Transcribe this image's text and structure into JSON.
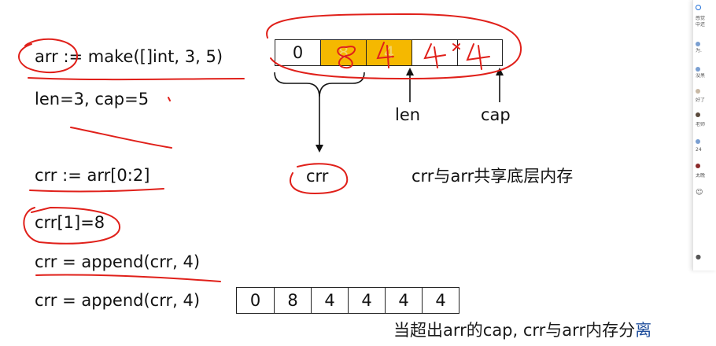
{
  "code_lines": [
    "arr := make([]int, 3, 5)",
    "len=3, cap=5",
    "crr := arr[0:2]",
    "crr[1]=8",
    "crr = append(crr, 4)",
    "crr = append(crr, 4)"
  ],
  "arr_cells": [
    "0",
    "8",
    "4",
    "",
    ""
  ],
  "crr_cells": [
    "0",
    "8",
    "4",
    "4",
    "4",
    "4"
  ],
  "labels": {
    "len": "len",
    "cap": "cap",
    "crr": "crr",
    "shared_note": "crr与arr共享底层内存",
    "bottom_note": "当超出arr的cap, crr与arr内存分离"
  },
  "side_panel": {
    "rows": [
      "感觉",
      "中还",
      "为.",
      "没黑",
      "好了",
      "老师",
      "24",
      "太晚"
    ]
  },
  "colors": {
    "highlight": "#f5b800",
    "ink": "#e0201a",
    "accent_text": "#1f4e9c"
  }
}
